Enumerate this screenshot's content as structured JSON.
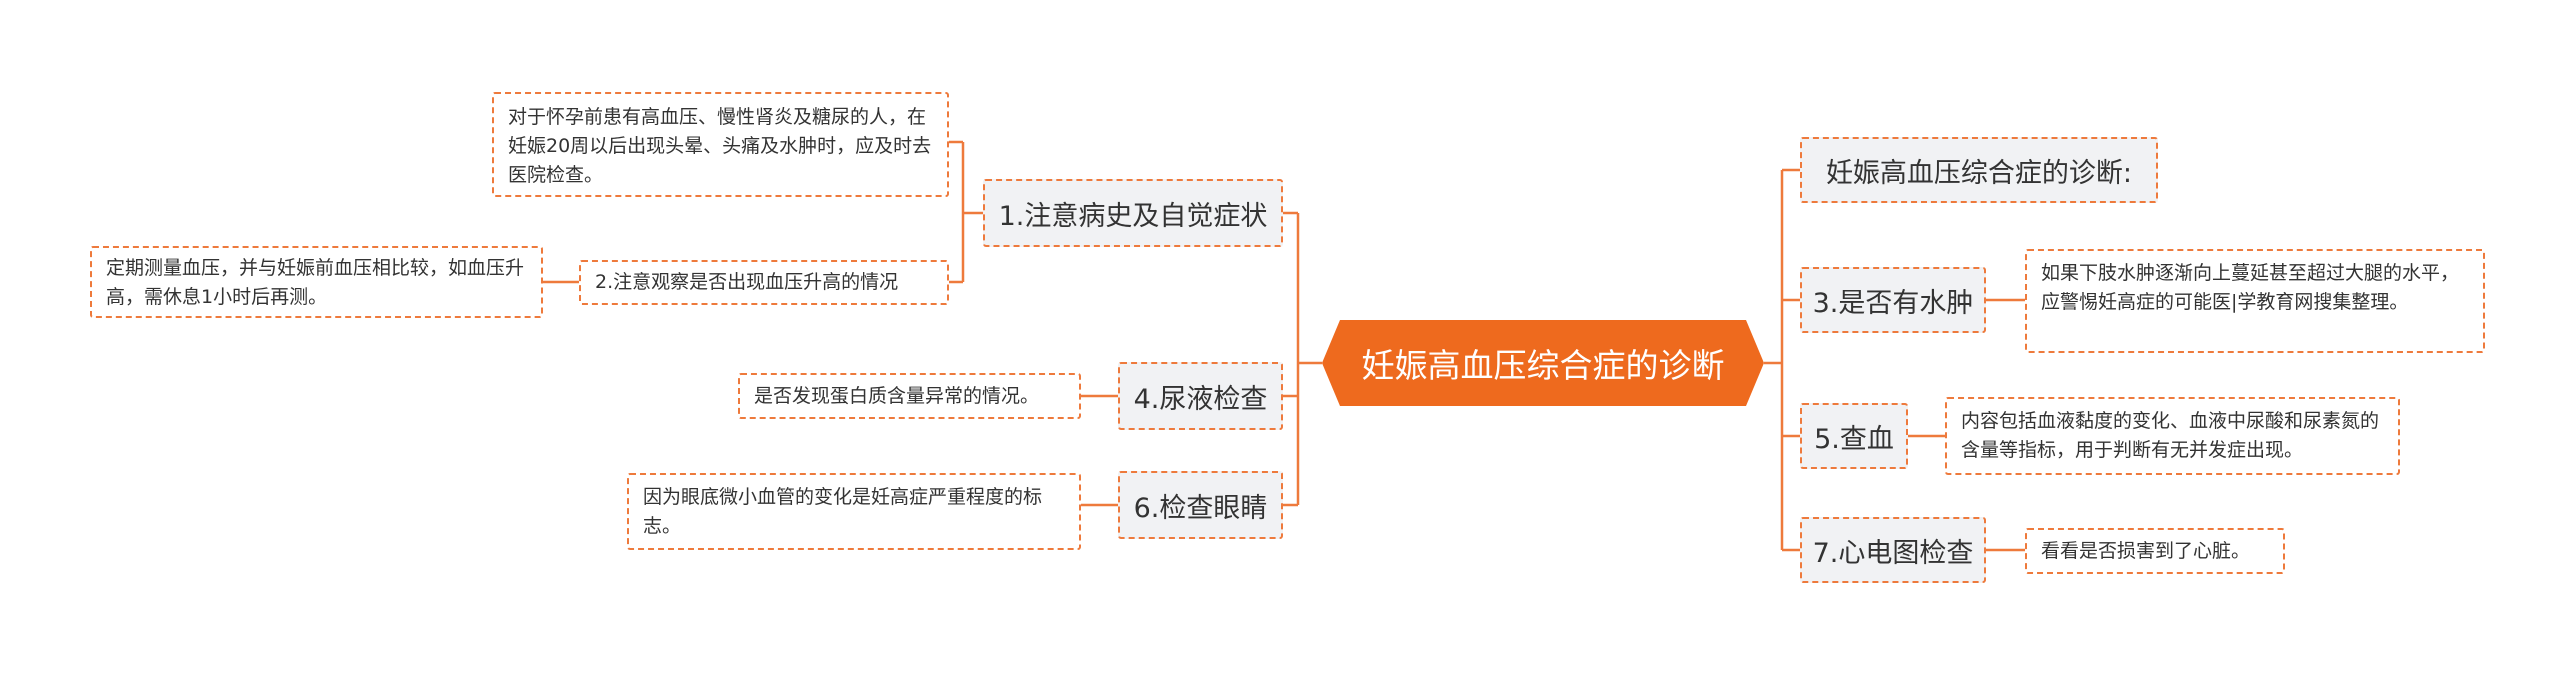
{
  "central": "妊娠高血压综合症的诊断",
  "left": {
    "b1": {
      "label": "1.注意病史及自觉症状",
      "leaf1": "对于怀孕前患有高血压、慢性肾炎及糖尿的人，在妊娠20周以后出现头晕、头痛及水肿时，应及时去医院检查。",
      "sub": "2.注意观察是否出现血压升高的情况",
      "sub_leaf": "定期测量血压，并与妊娠前血压相比较，如血压升高，需休息1小时后再测。"
    },
    "b4": {
      "label": "4.尿液检查",
      "leaf": "是否发现蛋白质含量异常的情况。"
    },
    "b6": {
      "label": "6.检查眼睛",
      "leaf": "因为眼底微小血管的变化是妊高症严重程度的标志。"
    }
  },
  "right": {
    "title": "妊娠高血压综合症的诊断:",
    "b3": {
      "label": "3.是否有水肿",
      "leaf": "如果下肢水肿逐渐向上蔓延甚至超过大腿的水平，应警惕妊高症的可能医|学教育网搜集整理。"
    },
    "b5": {
      "label": "5.查血",
      "leaf": "内容包括血液黏度的变化、血液中尿酸和尿素氮的含量等指标，用于判断有无并发症出现。"
    },
    "b7": {
      "label": "7.心电图检查",
      "leaf": "看看是否损害到了心脏。"
    }
  },
  "colors": {
    "accent": "#ee6a1e",
    "connector": "#ee7a3c",
    "branch_bg": "#f1f2f4"
  }
}
